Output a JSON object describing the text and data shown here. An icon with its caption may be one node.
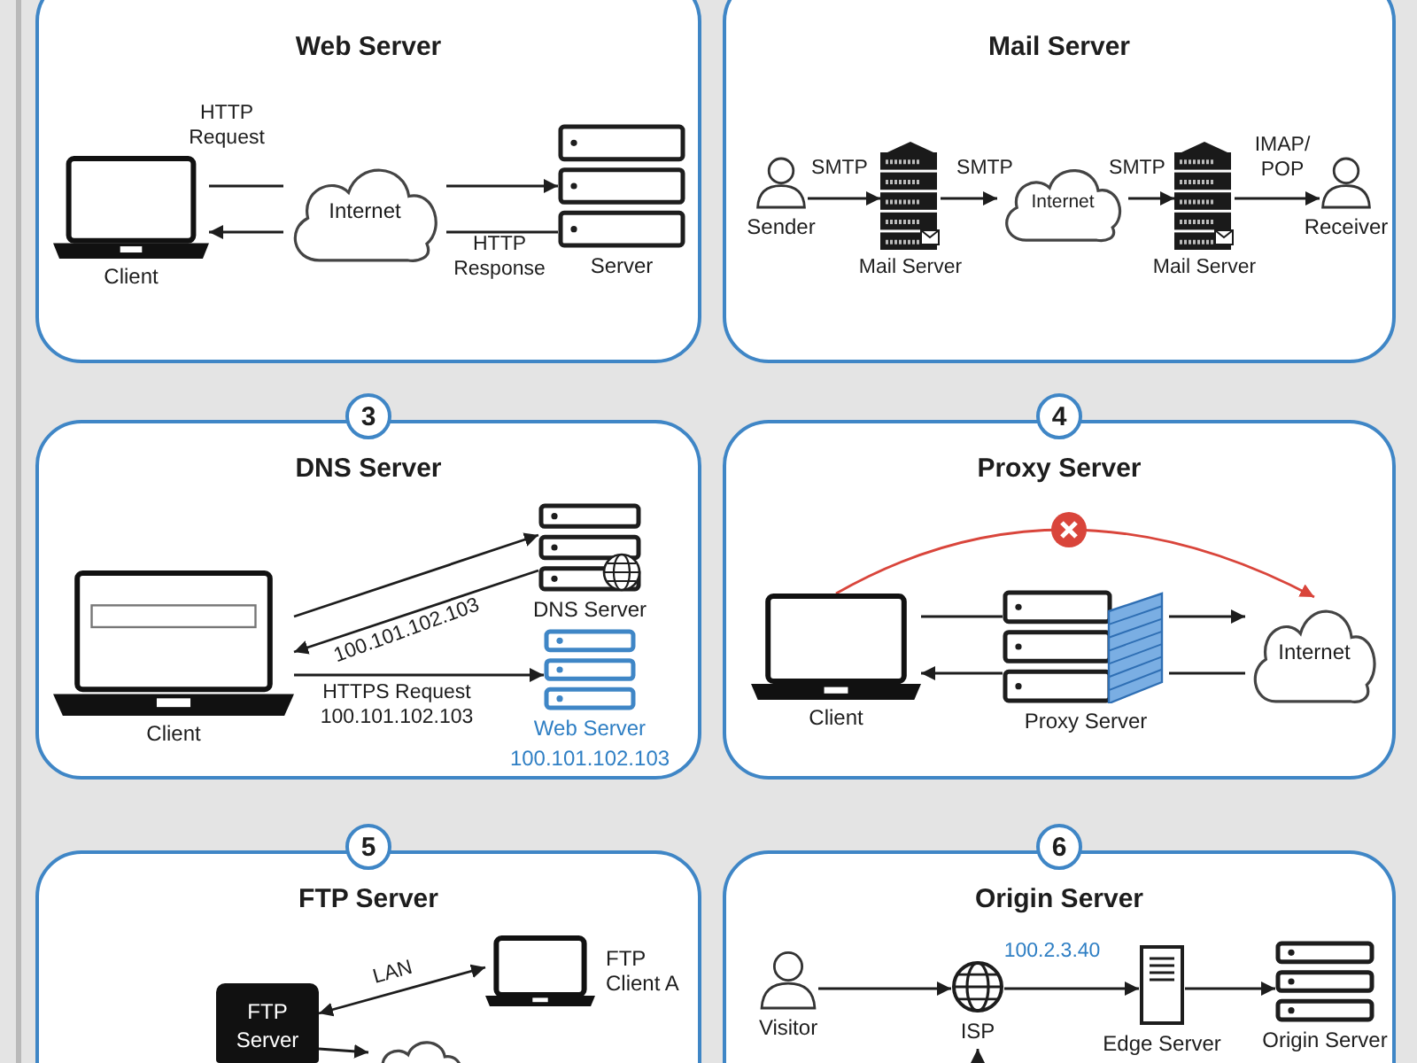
{
  "diagram": {
    "nodes": [
      {
        "text": [
          "Web Server"
        ]
      },
      {
        "text": [
          "Client"
        ],
        "in": 0
      },
      {
        "text": [
          "Internet"
        ],
        "in": 0
      },
      {
        "text": [
          "Server"
        ],
        "in": 0
      },
      {
        "text": [
          "Mail Server"
        ]
      },
      {
        "text": [
          "Sender"
        ],
        "in": 4
      },
      {
        "text": [
          "Mail Server"
        ],
        "in": 4
      },
      {
        "text": [
          "Internet"
        ],
        "in": 4
      },
      {
        "text": [
          "Mail Server"
        ],
        "in": 4
      },
      {
        "text": [
          "Receiver"
        ],
        "in": 4
      },
      {
        "text": [
          "3",
          "DNS Server"
        ]
      },
      {
        "text": [
          "Client"
        ],
        "in": 10
      },
      {
        "text": [
          "DNS Server"
        ],
        "in": 10
      },
      {
        "text": [
          "Web Server",
          "100.101.102.103"
        ],
        "in": 10
      },
      {
        "text": [
          "4",
          "Proxy Server"
        ]
      },
      {
        "text": [
          "Client"
        ],
        "in": 14
      },
      {
        "text": [
          "Proxy Server"
        ],
        "in": 14
      },
      {
        "text": [
          "Internet"
        ],
        "in": 14
      },
      {
        "text": [
          "5",
          "FTP Server"
        ]
      },
      {
        "text": [
          "FTP Server"
        ],
        "in": 18
      },
      {
        "text": [
          "FTP Client A"
        ],
        "in": 18
      },
      {
        "text": [],
        "shape": "cloud",
        "in": 18
      },
      {
        "text": [
          "6",
          "Origin Server"
        ]
      },
      {
        "text": [
          "Visitor"
        ],
        "in": 22
      },
      {
        "text": [
          "ISP"
        ],
        "in": 22
      },
      {
        "text": [
          "Edge Server"
        ],
        "in": 22
      },
      {
        "text": [
          "Origin Server"
        ],
        "in": 22
      }
    ],
    "edges": [
      {
        "from": 1,
        "to": 2,
        "arrow": "none",
        "label": "HTTP Request"
      },
      {
        "from": 2,
        "to": 3,
        "arrow": "to"
      },
      {
        "from": 3,
        "to": 2,
        "arrow": "none",
        "label": "HTTP Response"
      },
      {
        "from": 2,
        "to": 1,
        "arrow": "to"
      },
      {
        "from": 5,
        "to": 6,
        "arrow": "to",
        "label": "SMTP"
      },
      {
        "from": 6,
        "to": 7,
        "arrow": "to",
        "label": "SMTP"
      },
      {
        "from": 7,
        "to": 8,
        "arrow": "to",
        "label": "SMTP"
      },
      {
        "from": 8,
        "to": 9,
        "arrow": "to",
        "label": "IMAP/ POP"
      },
      {
        "from": 11,
        "to": 12,
        "arrow": "to"
      },
      {
        "from": 12,
        "to": 11,
        "arrow": "to",
        "label": "100.101.102.103"
      },
      {
        "from": 11,
        "to": 13,
        "arrow": "to",
        "label": "HTTPS Request 100.101.102.103"
      },
      {
        "from": 15,
        "to": 16,
        "arrow": "none"
      },
      {
        "from": 16,
        "to": 17,
        "arrow": "to"
      },
      {
        "from": 17,
        "to": 16,
        "arrow": "none"
      },
      {
        "from": 16,
        "to": 15,
        "arrow": "to"
      },
      {
        "from": 15,
        "to": 17,
        "arrow": "to",
        "color": "#d9453b"
      },
      {
        "from": 19,
        "to": 20,
        "arrow": "both",
        "label": "LAN"
      },
      {
        "from": 19,
        "to": 21,
        "arrow": "to"
      },
      {
        "from": 23,
        "to": 24,
        "arrow": "to"
      },
      {
        "from": 24,
        "to": 25,
        "arrow": "to",
        "label": "100.2.3.40"
      },
      {
        "from": 25,
        "to": 26,
        "arrow": "to"
      },
      {
        "from": null,
        "to": 24,
        "arrow": "to"
      }
    ]
  }
}
